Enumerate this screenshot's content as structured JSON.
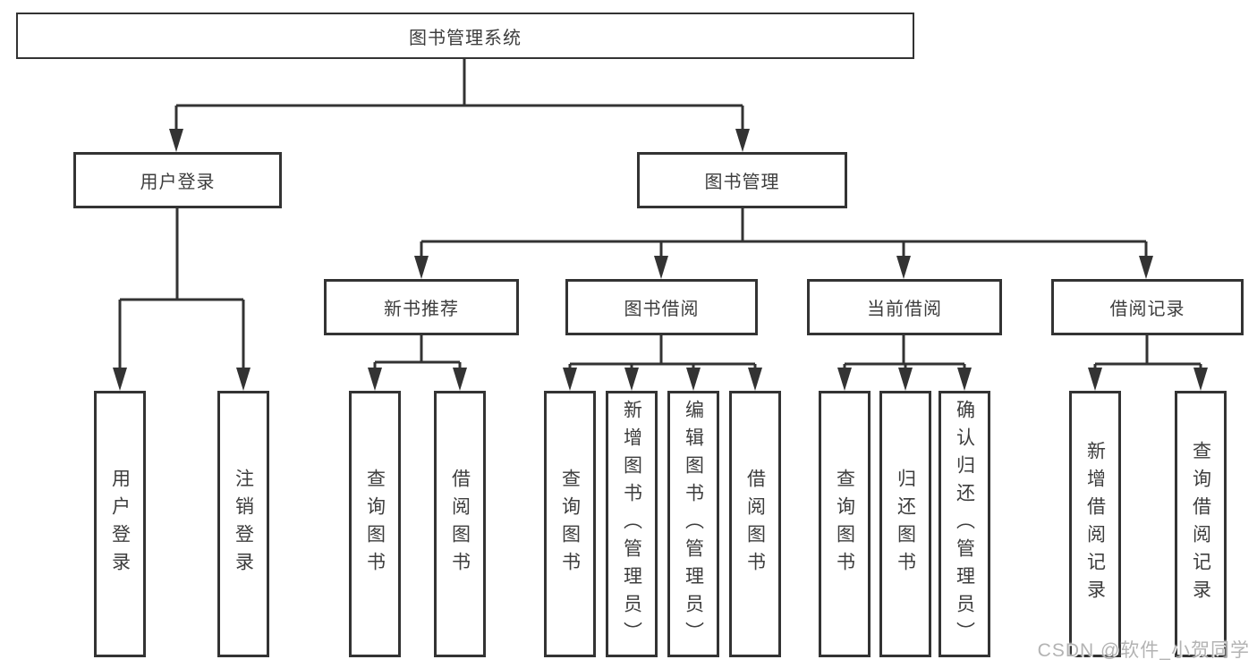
{
  "tree": {
    "root": {
      "label": "图书管理系统"
    },
    "children": [
      {
        "label": "用户登录",
        "children": [
          {
            "label": "用户登录"
          },
          {
            "label": "注销登录"
          }
        ]
      },
      {
        "label": "图书管理",
        "children": [
          {
            "label": "新书推荐",
            "children": [
              {
                "label": "查询图书"
              },
              {
                "label": "借阅图书"
              }
            ]
          },
          {
            "label": "图书借阅",
            "children": [
              {
                "label": "查询图书"
              },
              {
                "label": "新增图书（管理员）"
              },
              {
                "label": "编辑图书（管理员）"
              },
              {
                "label": "借阅图书"
              }
            ]
          },
          {
            "label": "当前借阅",
            "children": [
              {
                "label": "查询图书"
              },
              {
                "label": "归还图书"
              },
              {
                "label": "确认归还（管理员）"
              }
            ]
          },
          {
            "label": "借阅记录",
            "children": [
              {
                "label": "新增借阅记录"
              },
              {
                "label": "查询借阅记录"
              }
            ]
          }
        ]
      }
    ]
  },
  "watermark": {
    "text": "CSDN @软件_小贺同学"
  },
  "colors": {
    "line": "#333333",
    "text": "#3d3d3d",
    "background": "#ffffff",
    "watermark": "#b3b3b3"
  }
}
